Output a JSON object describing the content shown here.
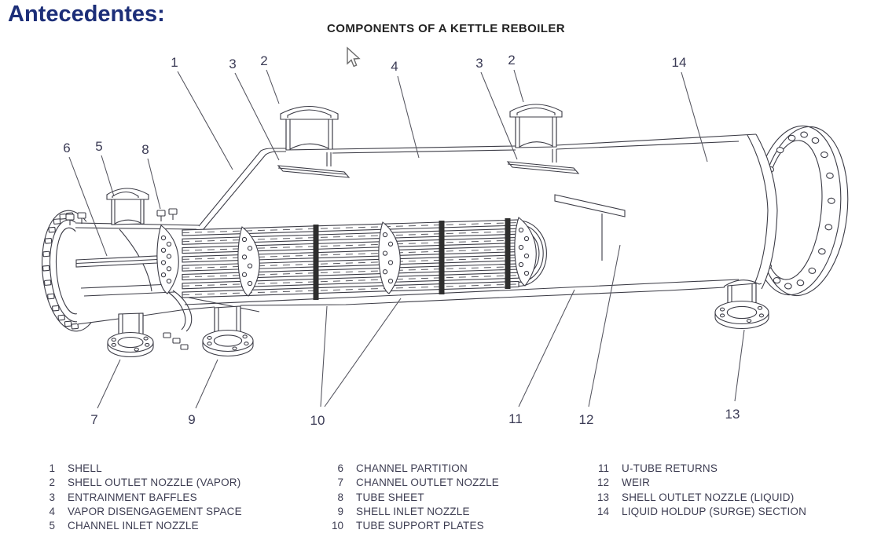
{
  "page": {
    "heading": "Antecedentes:"
  },
  "diagram": {
    "title": "COMPONENTS OF A KETTLE REBOILER",
    "callouts": [
      {
        "n": "1"
      },
      {
        "n": "3"
      },
      {
        "n": "2"
      },
      {
        "n": "4"
      },
      {
        "n": "3"
      },
      {
        "n": "2"
      },
      {
        "n": "14"
      },
      {
        "n": "6"
      },
      {
        "n": "5"
      },
      {
        "n": "8"
      },
      {
        "n": "7"
      },
      {
        "n": "9"
      },
      {
        "n": "10"
      },
      {
        "n": "11"
      },
      {
        "n": "12"
      },
      {
        "n": "13"
      }
    ]
  },
  "legend": {
    "columns": [
      {
        "items": [
          {
            "num": "1",
            "label": "SHELL"
          },
          {
            "num": "2",
            "label": "SHELL OUTLET NOZZLE (VAPOR)"
          },
          {
            "num": "3",
            "label": "ENTRAINMENT BAFFLES"
          },
          {
            "num": "4",
            "label": "VAPOR DISENGAGEMENT SPACE"
          },
          {
            "num": "5",
            "label": "CHANNEL INLET NOZZLE"
          }
        ]
      },
      {
        "items": [
          {
            "num": "6",
            "label": "CHANNEL PARTITION"
          },
          {
            "num": "7",
            "label": "CHANNEL OUTLET NOZZLE"
          },
          {
            "num": "8",
            "label": "TUBE SHEET"
          },
          {
            "num": "9",
            "label": "SHELL INLET NOZZLE"
          },
          {
            "num": "10",
            "label": "TUBE SUPPORT PLATES"
          }
        ]
      },
      {
        "items": [
          {
            "num": "11",
            "label": "U-TUBE RETURNS"
          },
          {
            "num": "12",
            "label": "WEIR"
          },
          {
            "num": "13",
            "label": "SHELL OUTLET NOZZLE (LIQUID)"
          },
          {
            "num": "14",
            "label": "LIQUID HOLDUP (SURGE) SECTION"
          }
        ]
      }
    ]
  },
  "colors": {
    "heading": "#1c2e78",
    "line": "#3c3c46",
    "callout": "#3b3b55"
  }
}
